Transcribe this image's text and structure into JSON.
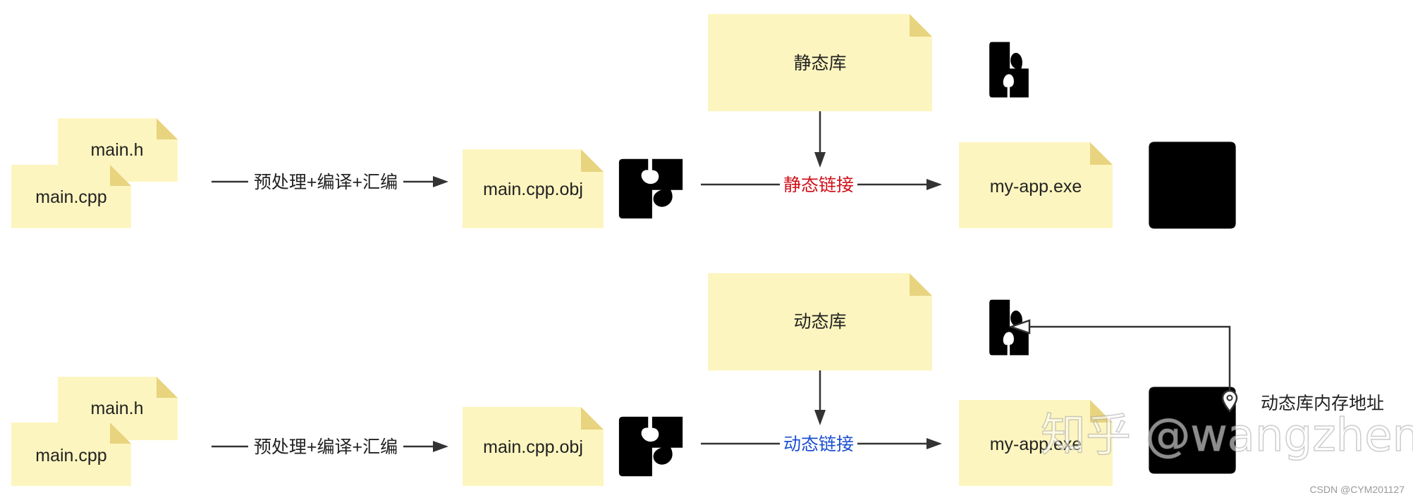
{
  "diagram": {
    "rows": [
      {
        "id": "static",
        "header_file": "main.h",
        "source_file": "main.cpp",
        "compile_step": "预处理+编译+汇编",
        "object_file": "main.cpp.obj",
        "library": "静态库",
        "link_step": "静态链接",
        "link_color": "#d0121b",
        "output": "my-app.exe"
      },
      {
        "id": "dynamic",
        "header_file": "main.h",
        "source_file": "main.cpp",
        "compile_step": "预处理+编译+汇编",
        "object_file": "main.cpp.obj",
        "library": "动态库",
        "link_step": "动态链接",
        "link_color": "#1c4fd1",
        "output": "my-app.exe",
        "address_note": "动态库内存地址"
      }
    ],
    "note_color": "#fdf5bf",
    "note_fold_color": "#e8d47f",
    "icons": [
      "puzzle-piece-icon",
      "puzzle-assembled-icon",
      "location-pin-icon"
    ]
  },
  "watermark": "知乎 @wangzhen",
  "credit": "CSDN @CYM201127"
}
